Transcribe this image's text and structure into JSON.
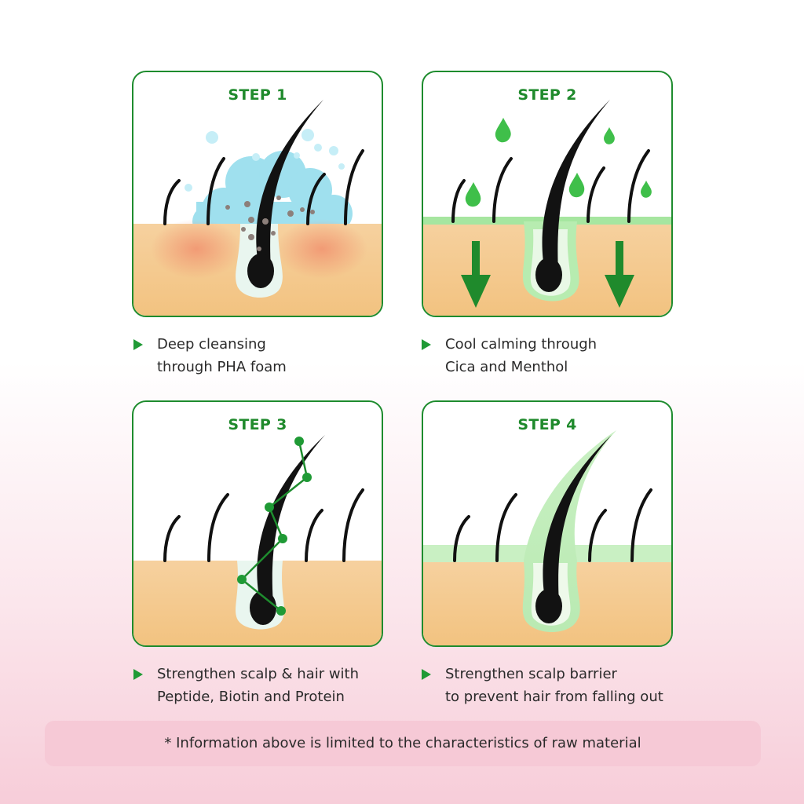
{
  "steps": [
    {
      "title": "STEP 1",
      "caption": [
        "Deep cleansing",
        "through PHA foam"
      ]
    },
    {
      "title": "STEP 2",
      "caption": [
        "Cool calming through",
        "Cica and Menthol"
      ]
    },
    {
      "title": "STEP 3",
      "caption": [
        "Strengthen scalp & hair with",
        "Peptide, Biotin and Protein"
      ]
    },
    {
      "title": "STEP 4",
      "caption": [
        "Strengthen scalp barrier",
        "to prevent hair from falling out"
      ]
    }
  ],
  "footnote": "* Information above is limited to the characteristics of raw material",
  "colors": {
    "accent_green": "#1f8a2c",
    "skin": "#f5cc90",
    "foam": "#9fe0ee",
    "calm_green": "#a6e6a0",
    "background_pink": "#f7cdd9"
  }
}
